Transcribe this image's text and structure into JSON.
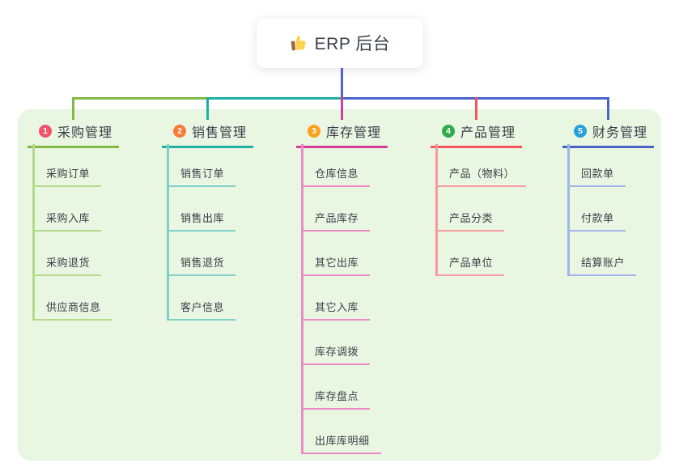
{
  "root": {
    "icon": "thumbs-up-icon",
    "label": "ERP 后台"
  },
  "colors": {
    "page_bg": "#ffffff",
    "panel_bg": "#e9f6e2",
    "text": "#3b3f48",
    "root_connector": "#5560c8"
  },
  "branches": [
    {
      "num": "1",
      "label": "采购管理",
      "badge_color": "#f4516c",
      "line_color": "#82ba43",
      "child_line_color": "#b4d98a",
      "children": [
        "采购订单",
        "采购入库",
        "采购退货",
        "供应商信息"
      ]
    },
    {
      "num": "2",
      "label": "销售管理",
      "badge_color": "#f97b35",
      "line_color": "#1fb0a3",
      "child_line_color": "#7dd1c9",
      "children": [
        "销售订单",
        "销售出库",
        "销售退货",
        "客户信息"
      ]
    },
    {
      "num": "3",
      "label": "库存管理",
      "badge_color": "#f9a21c",
      "line_color": "#cf3f9b",
      "child_line_color": "#ec8ac5",
      "children": [
        "仓库信息",
        "产品库存",
        "其它出库",
        "其它入库",
        "库存调拨",
        "库存盘点",
        "出库库明细"
      ]
    },
    {
      "num": "4",
      "label": "产品管理",
      "badge_color": "#30ab4d",
      "line_color": "#f4555b",
      "child_line_color": "#f89ba0",
      "children": [
        "产品（物料）",
        "产品分类",
        "产品单位"
      ]
    },
    {
      "num": "5",
      "label": "财务管理",
      "badge_color": "#29a0d8",
      "line_color": "#4a63c8",
      "child_line_color": "#a0b5e8",
      "children": [
        "回款单",
        "付款单",
        "结算账户"
      ]
    }
  ]
}
